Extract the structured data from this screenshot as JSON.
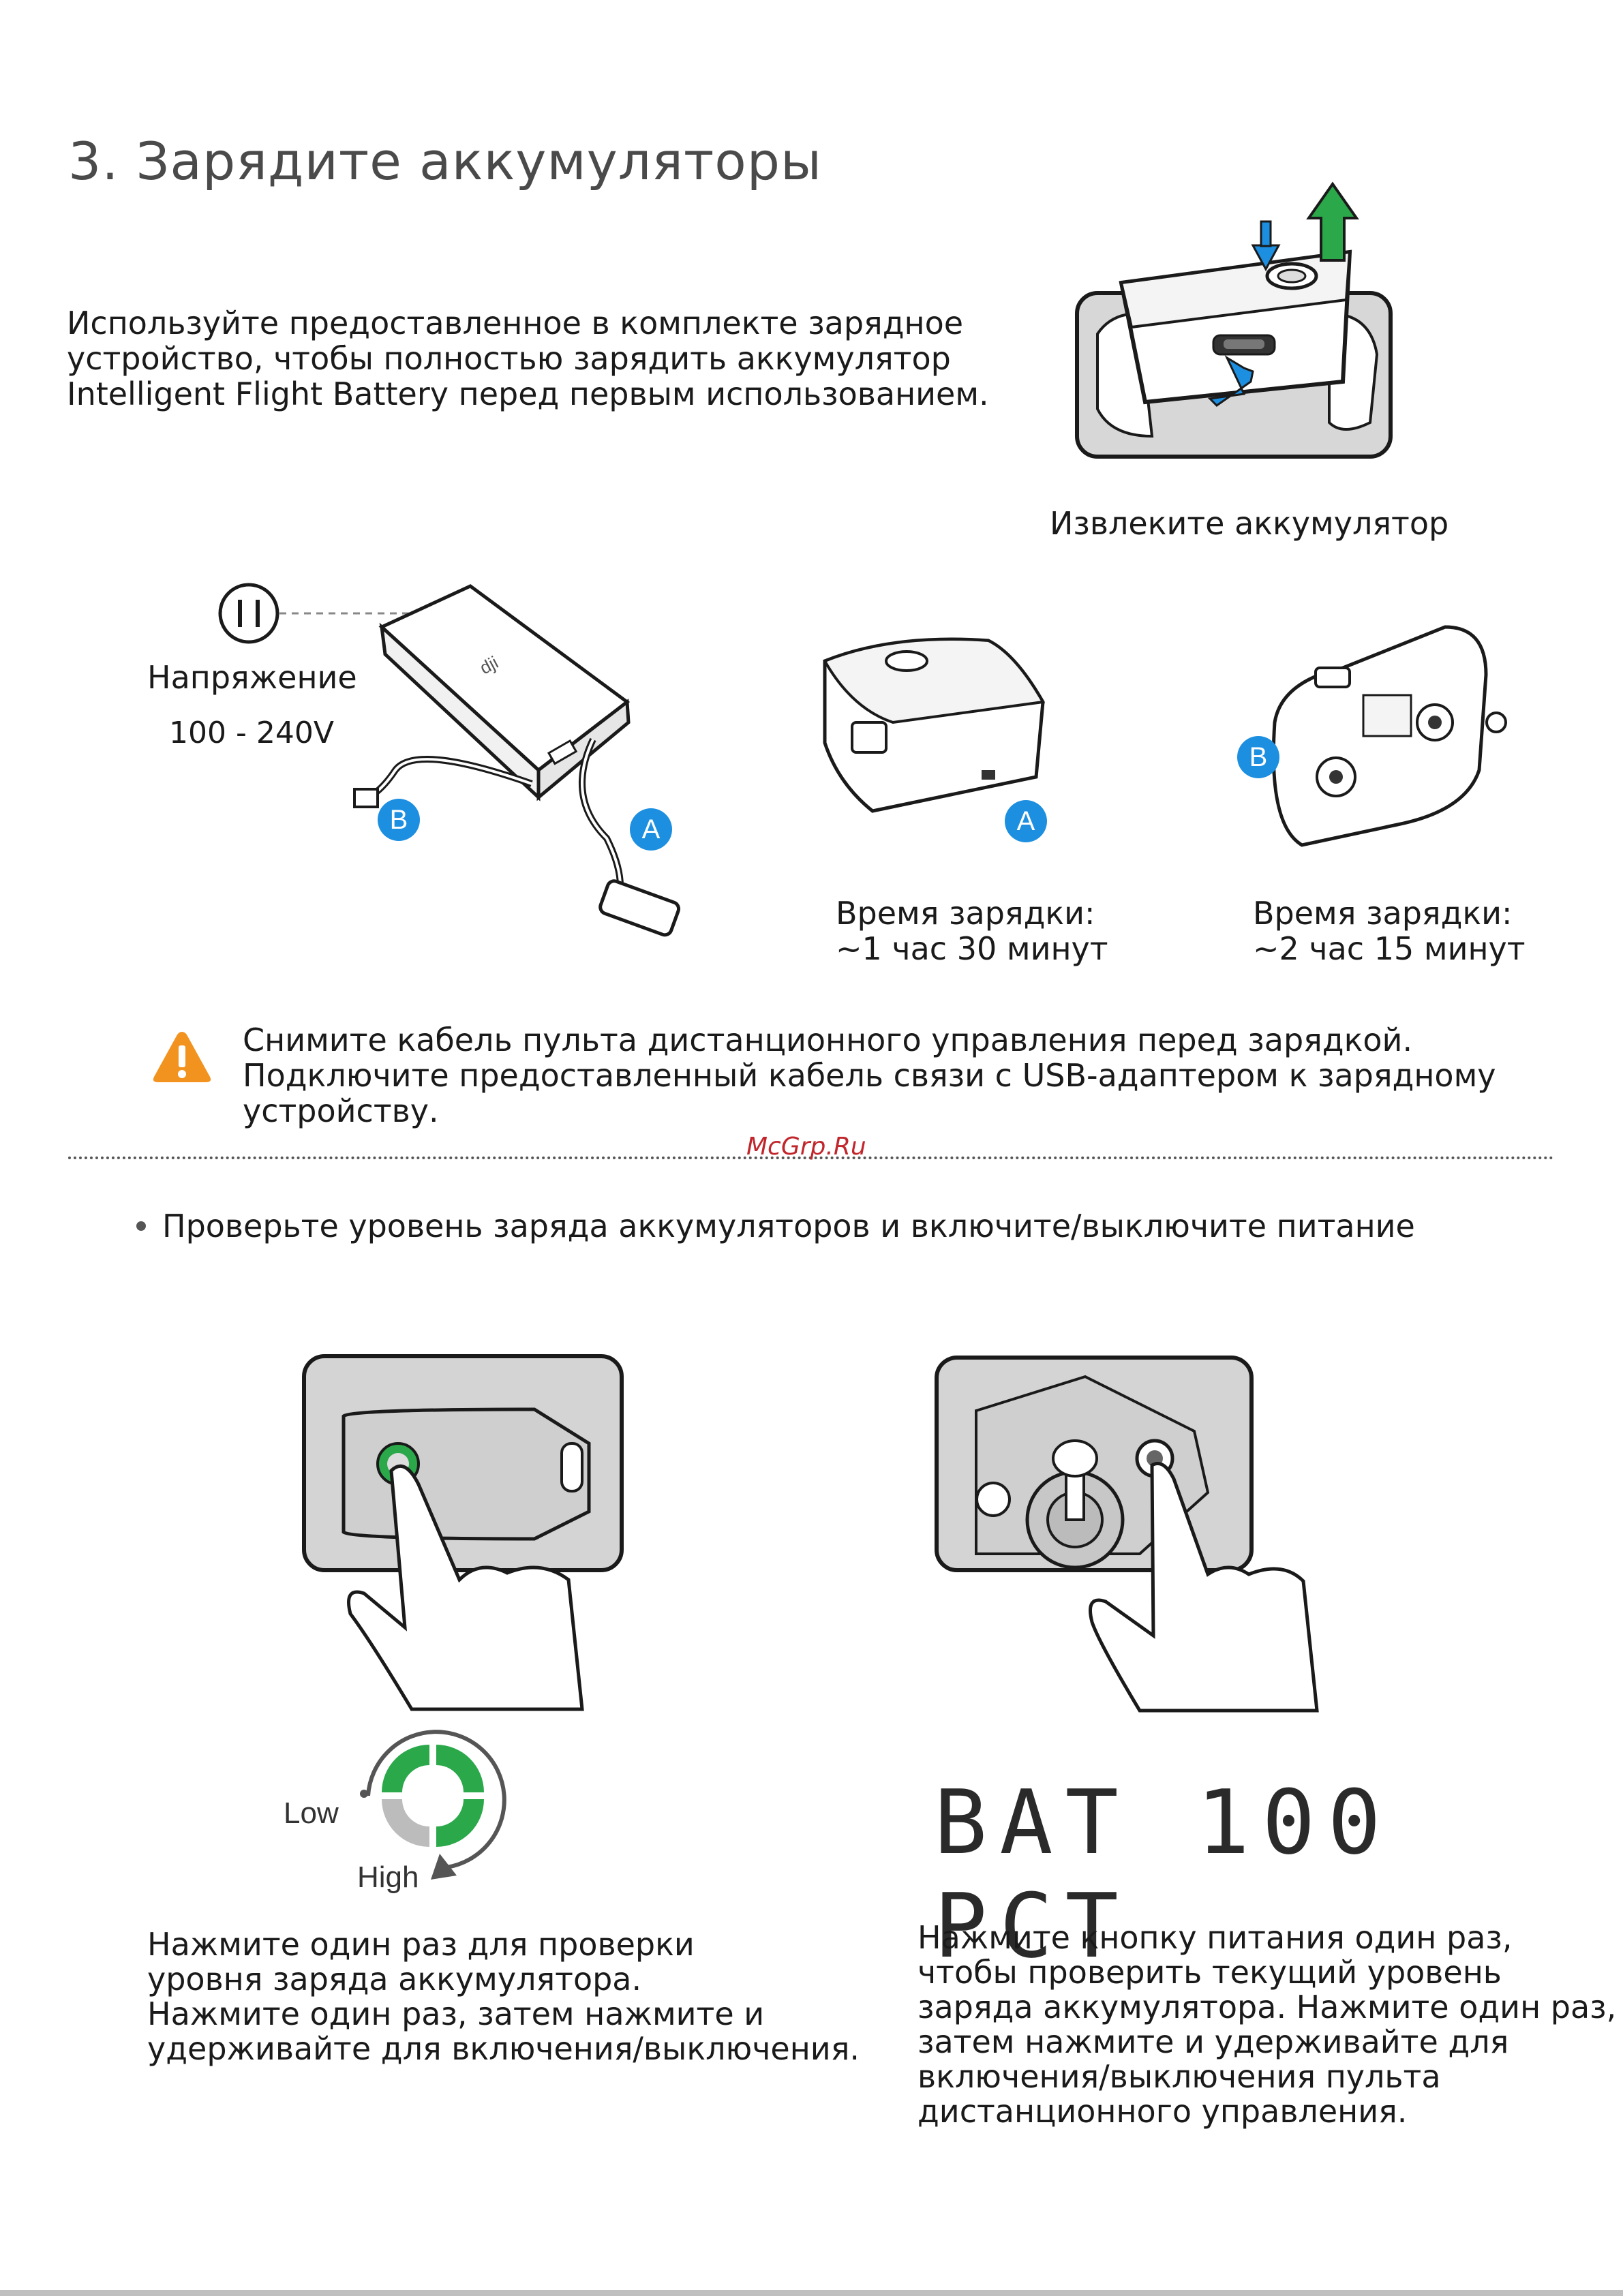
{
  "title": "3. Зарядите аккумуляторы",
  "intro": {
    "lines": [
      "Используйте предоставленное в комплекте зарядное",
      "устройство, чтобы полностью зарядить аккумулятор",
      "Intelligent Flight Battery перед первым использованием."
    ]
  },
  "remove_battery": {
    "caption": "Извлеките аккумулятор"
  },
  "charger": {
    "voltage_label": "Напряжение",
    "voltage_value": "100 -  240V",
    "port_a": "A",
    "port_b": "B"
  },
  "battery_charge": {
    "badge": "A",
    "lines": [
      "Время зарядки:",
      "~1 час 30 минут"
    ]
  },
  "rc_charge": {
    "badge": "B",
    "lines": [
      "Время зарядки:",
      "~2 час 15 минут"
    ]
  },
  "warning": {
    "icon": "warning-triangle-icon",
    "lines": [
      "Снимите кабель пульта дистанционного управления перед зарядкой.",
      "Подключите предоставленный кабель связи с USB-адаптером к зарядному",
      "устройству."
    ]
  },
  "watermark": "McGrp.Ru",
  "bullet": "Проверьте уровень заряда аккумуляторов и включите/выключите питание",
  "battery_level": {
    "low": "Low",
    "high": "High"
  },
  "lcd_display": "BAT 100 PCT",
  "left_instructions": [
    "Нажмите один раз для проверки",
    "уровня заряда аккумулятора.",
    "Нажмите один раз, затем нажмите и",
    "удерживайте для включения/выключения."
  ],
  "right_instructions": [
    "Нажмите кнопку питания один раз,",
    "чтобы проверить текущий уровень",
    "заряда аккумулятора. Нажмите один раз,",
    "затем нажмите и удерживайте для",
    "включения/выключения пульта",
    "дистанционного управления."
  ],
  "colors": {
    "accent_green": "#2aa84a",
    "badge_blue": "#1d8fe0",
    "warning_orange": "#f29320",
    "watermark_red": "#c0262c"
  }
}
